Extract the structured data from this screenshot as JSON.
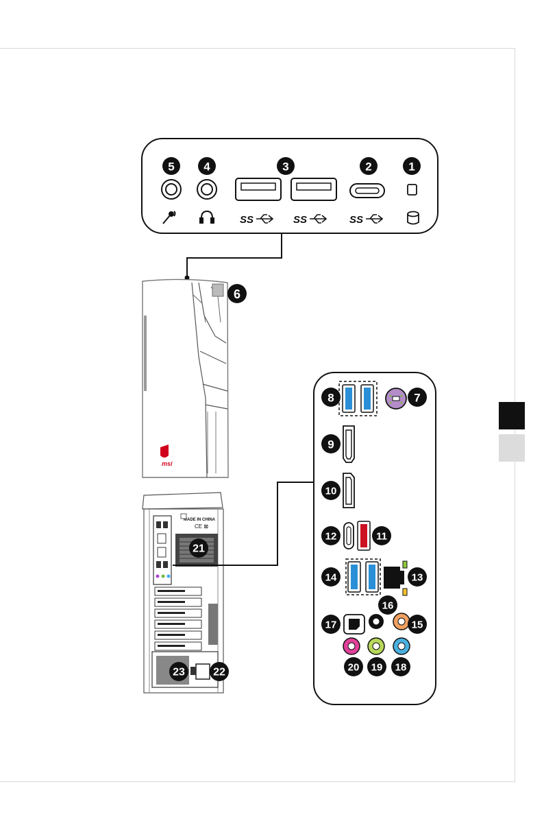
{
  "front_panel": {
    "callouts": [
      "5",
      "4",
      "3",
      "2",
      "1"
    ],
    "icons": [
      "microphone-icon",
      "headphone-icon",
      "superspeed-usb-icon",
      "superspeed-usb-icon",
      "superspeed-usb-icon",
      "storage-drive-icon"
    ],
    "usb_glyph": "SS"
  },
  "case_front": {
    "callout": "6",
    "brand_text": "msi",
    "brand_color": "#d0021b"
  },
  "case_rear": {
    "label_text": "MADE IN CHINA",
    "callouts": [
      "21",
      "23",
      "22"
    ]
  },
  "rear_panel": {
    "callouts": [
      "8",
      "7",
      "9",
      "10",
      "12",
      "11",
      "14",
      "13",
      "16",
      "17",
      "15",
      "20",
      "19",
      "18"
    ],
    "port_colors": {
      "usb": "#2a8fd6",
      "ps2": "#b48cc8",
      "usb_red": "#cc1122",
      "lan_led_green": "#8cc63f",
      "lan_led_yellow": "#f2c230",
      "audio_orange": "#f0a060",
      "audio_pink": "#e0409a",
      "audio_lime": "#b8d85a",
      "audio_blue": "#4ab0e0"
    }
  }
}
